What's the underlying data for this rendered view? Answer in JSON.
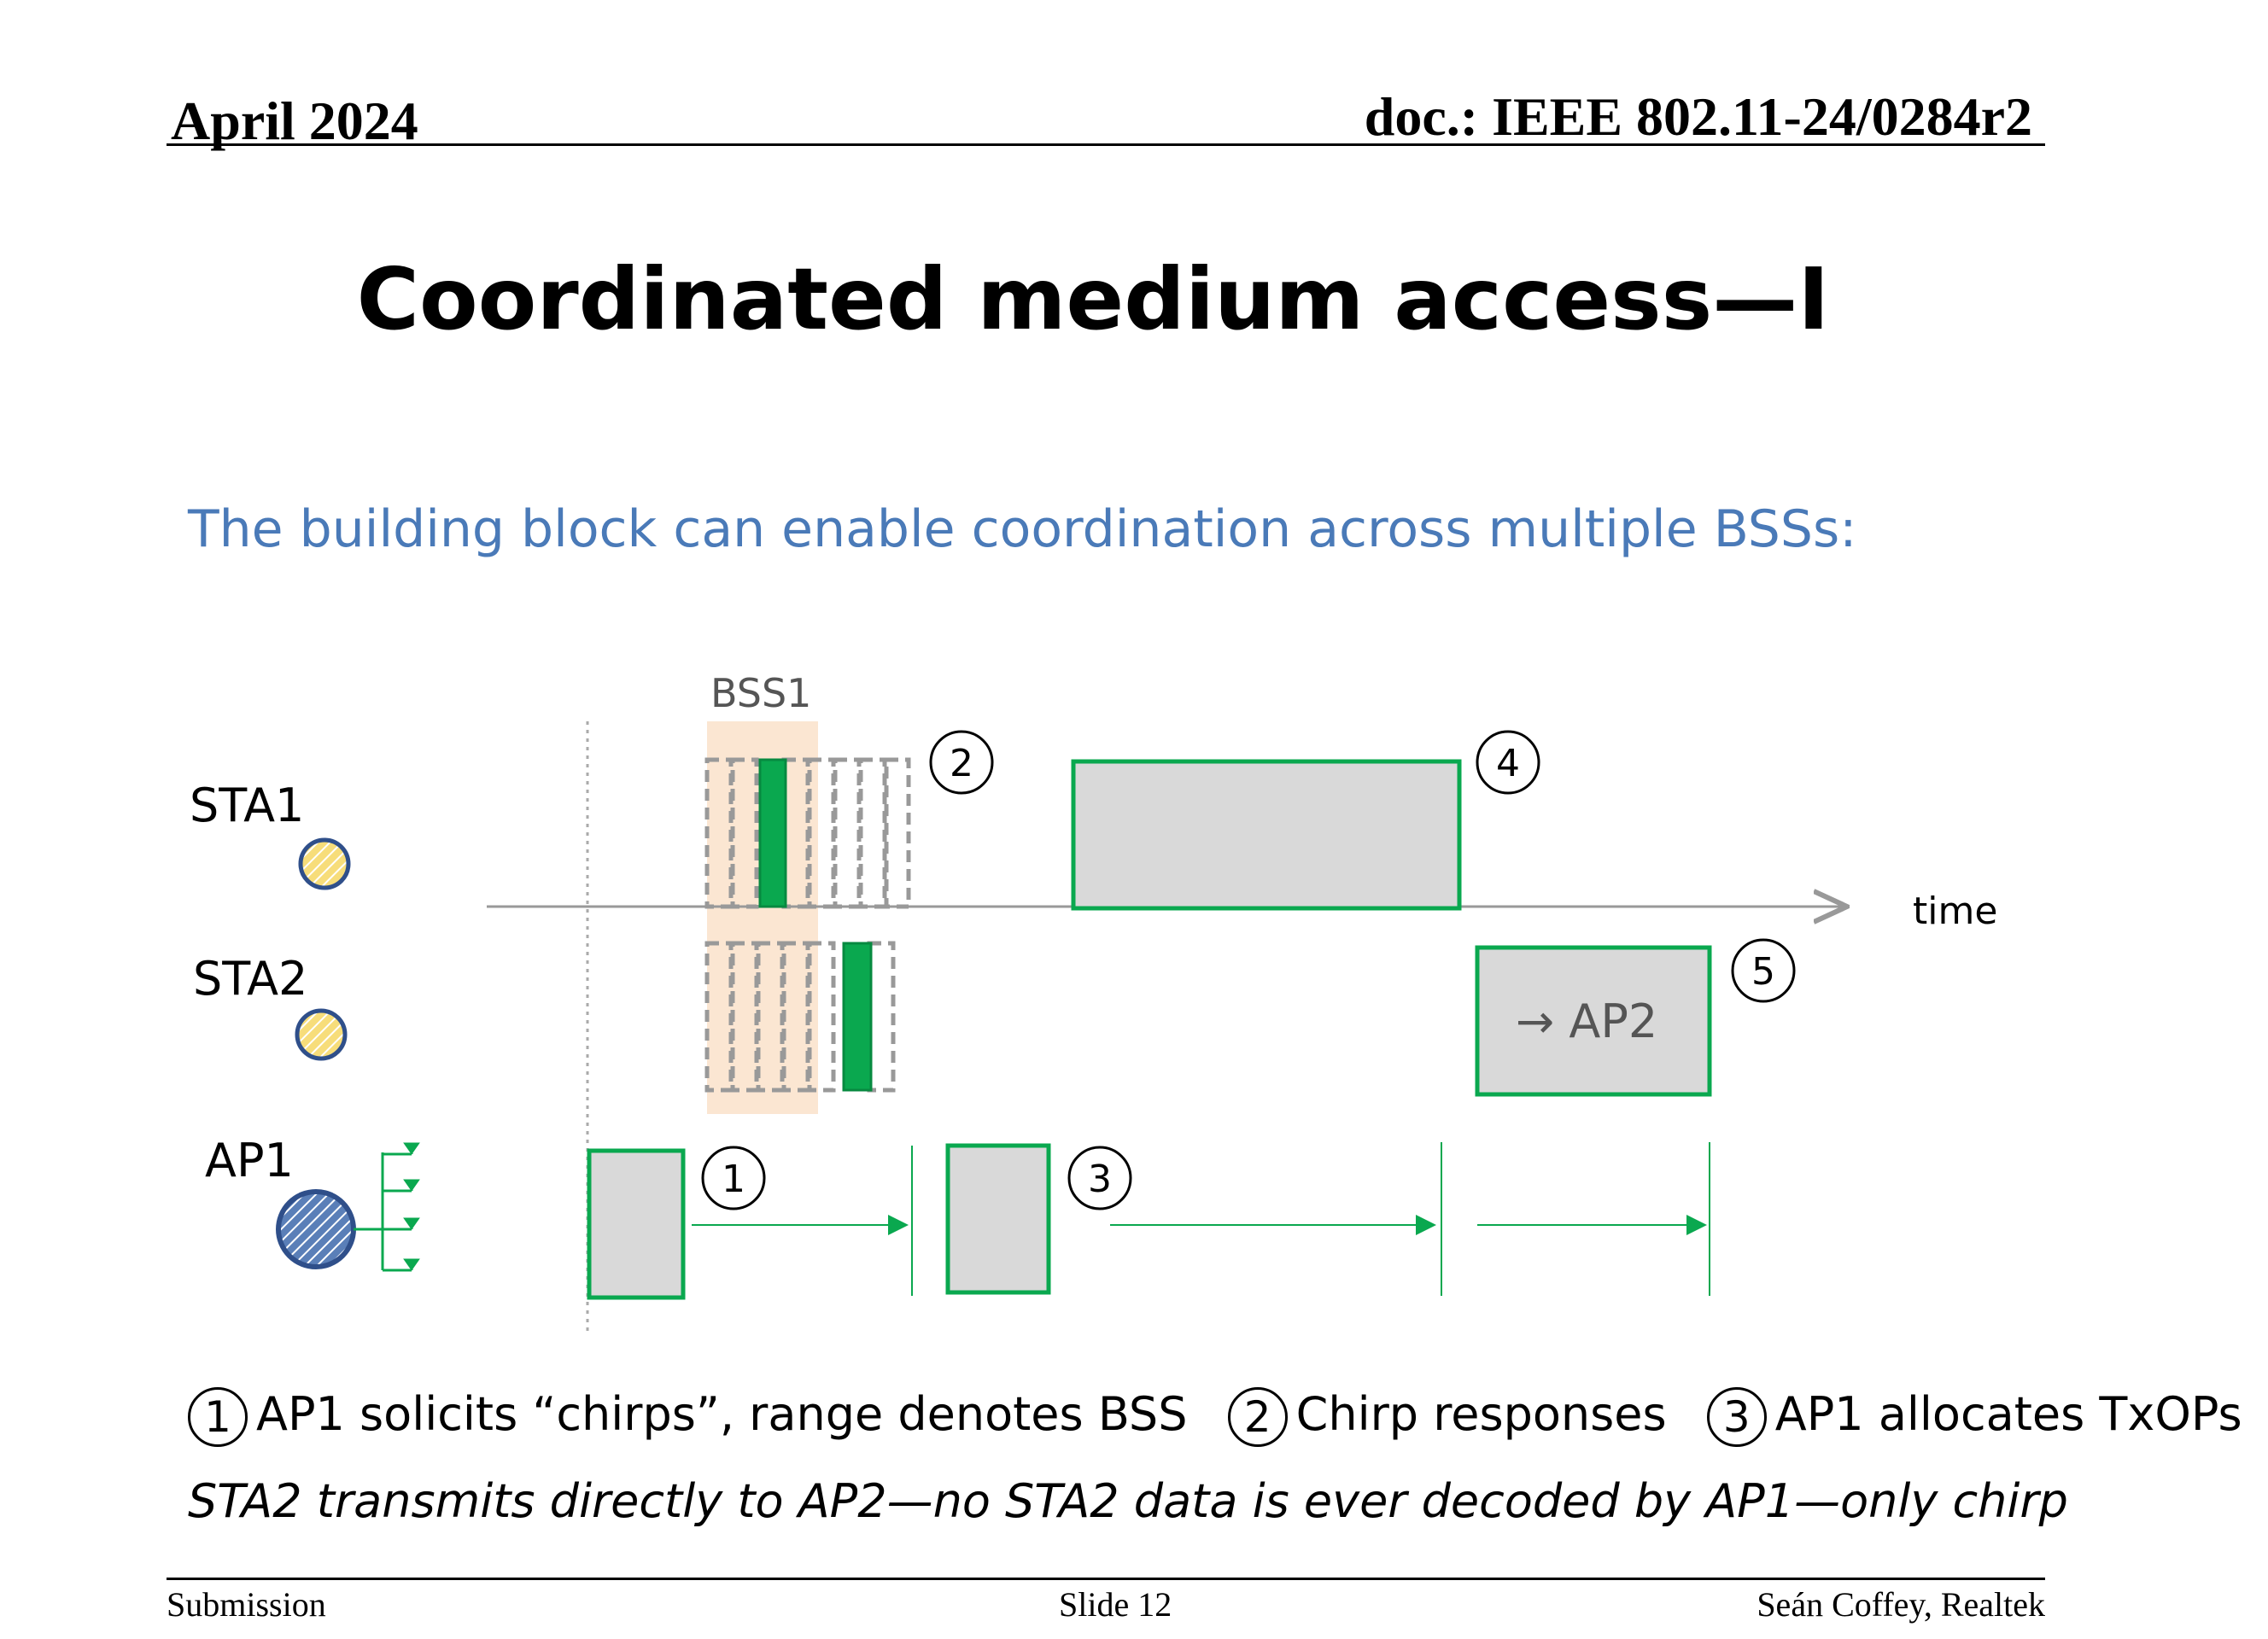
{
  "header": {
    "date": "April 2024",
    "doc": "doc.: IEEE 802.11-24/0284r2"
  },
  "title": "Coordinated medium access—I",
  "subtitle": "The building block can enable coordination across multiple BSSs:",
  "diagram": {
    "bss_label": "BSS1",
    "rows": {
      "sta1": "STA1",
      "sta2": "STA2",
      "ap1": "AP1"
    },
    "axis_label": "time",
    "tx_label": "→ AP2",
    "markers": [
      "1",
      "2",
      "3",
      "4",
      "5"
    ]
  },
  "captions": {
    "items": [
      {
        "num": "1",
        "text": "AP1 solicits “chirps”, range denotes BSS"
      },
      {
        "num": "2",
        "text": "Chirp responses"
      },
      {
        "num": "3",
        "text": "AP1 allocates TxOPs"
      }
    ],
    "note": "STA2 transmits directly to AP2—no STA2 data is ever decoded by AP1—only chirp"
  },
  "footer": {
    "left": "Submission",
    "center": "Slide 12",
    "right": "Seán Coffey, Realtek"
  },
  "colors": {
    "accent_green": "#0aa84f",
    "subtitle_blue": "#4a7ab8",
    "bss_band": "#fbe6d2",
    "box_fill": "#d9d9d9"
  }
}
